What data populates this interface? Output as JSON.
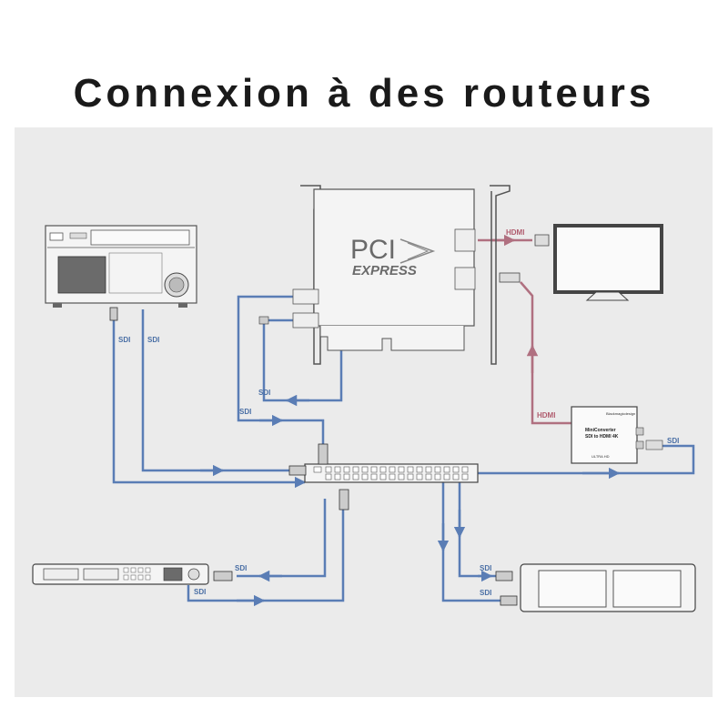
{
  "title": "Connexion à des routeurs",
  "pcie_card": {
    "line1": "PCI",
    "line2": "EXPRESS"
  },
  "converter": {
    "brand": "Blackmagicdesign",
    "line1": "MiniConverter",
    "line2": "SDI to HDMI 4K",
    "line3": "ULTRA HD"
  },
  "labels": {
    "hdmi_top": "HDMI",
    "hdmi_converter": "HDMI",
    "sdi_deck_left": "SDI",
    "sdi_deck_right": "SDI",
    "sdi_card_upper": "SDI",
    "sdi_card_lower": "SDI",
    "sdi_converter": "SDI",
    "sdi_recorder_upper": "SDI",
    "sdi_recorder_lower": "SDI",
    "sdi_monitor_upper": "SDI",
    "sdi_monitor_lower": "SDI"
  },
  "colors": {
    "sdi": "#5a7db5",
    "hdmi": "#b07080",
    "background": "#ebebeb"
  }
}
